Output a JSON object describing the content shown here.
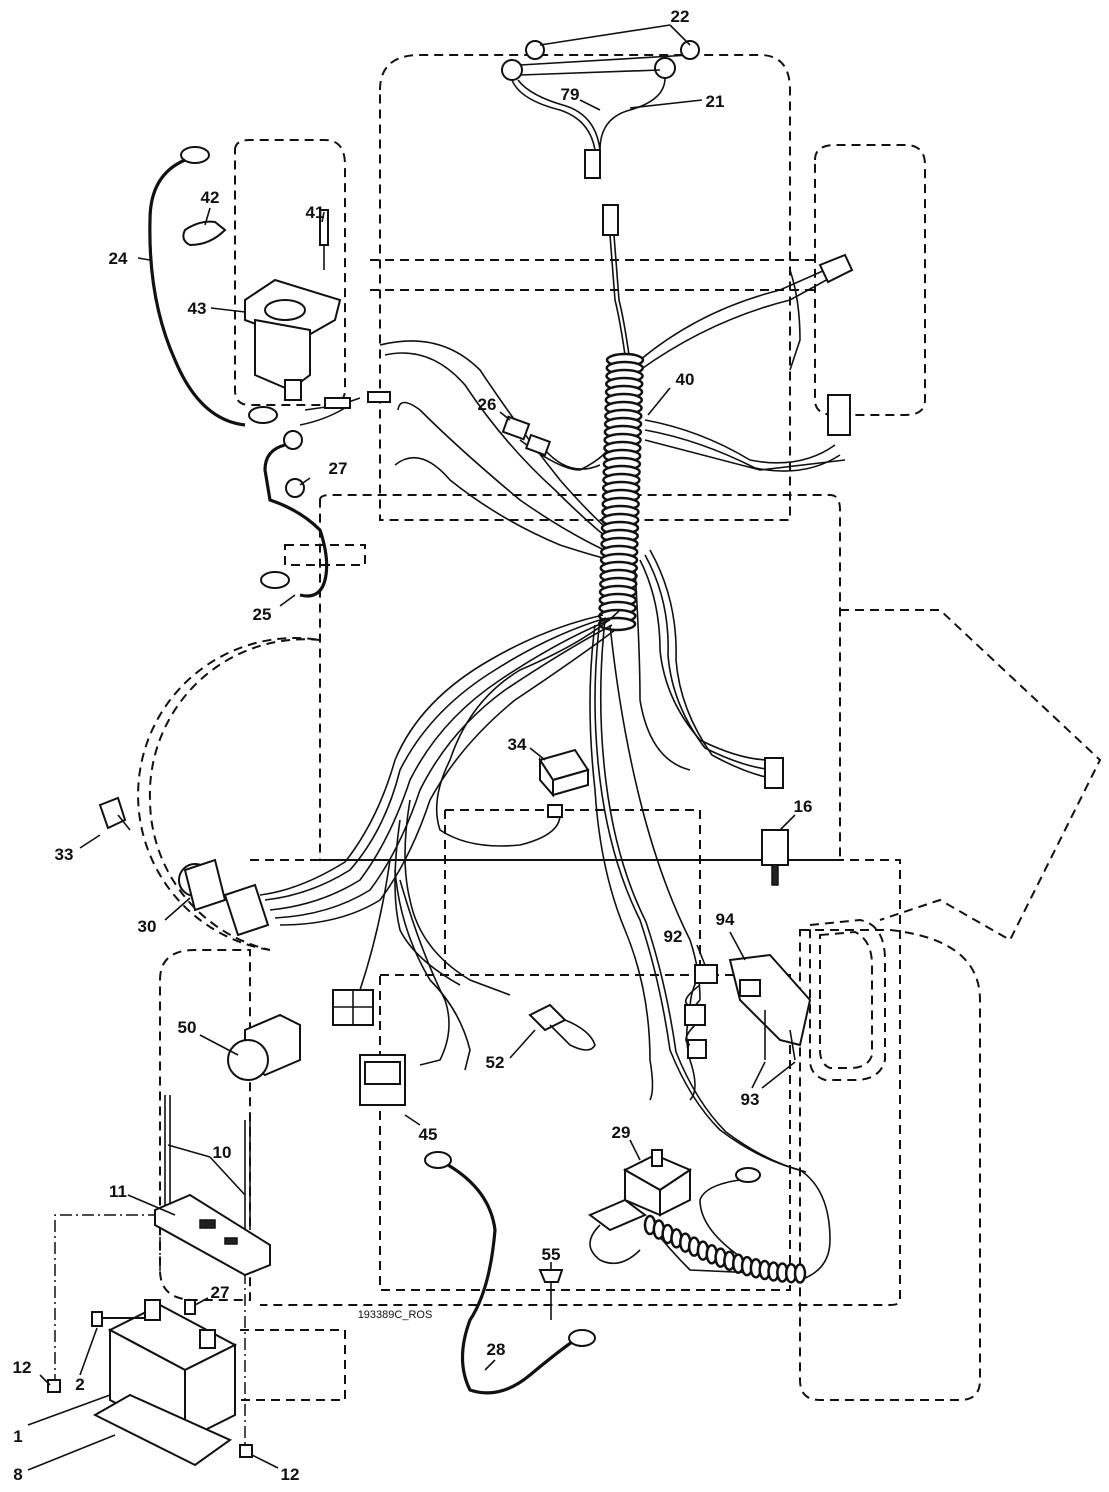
{
  "diagram": {
    "drawing_code": "193389C_ROS",
    "callouts": {
      "c22": "22",
      "c79": "79",
      "c21": "21",
      "c24": "24",
      "c42": "42",
      "c41": "41",
      "c43": "43",
      "c40": "40",
      "c26": "26",
      "c27a": "27",
      "c25": "25",
      "c34": "34",
      "c16": "16",
      "c33": "33",
      "c30": "30",
      "c92": "92",
      "c94": "94",
      "c50": "50",
      "c52": "52",
      "c93": "93",
      "c10": "10",
      "c45": "45",
      "c29": "29",
      "c11": "11",
      "c27b": "27",
      "c55": "55",
      "c28": "28",
      "c12a": "12",
      "c2": "2",
      "c1": "1",
      "c8": "8",
      "c12b": "12"
    }
  }
}
